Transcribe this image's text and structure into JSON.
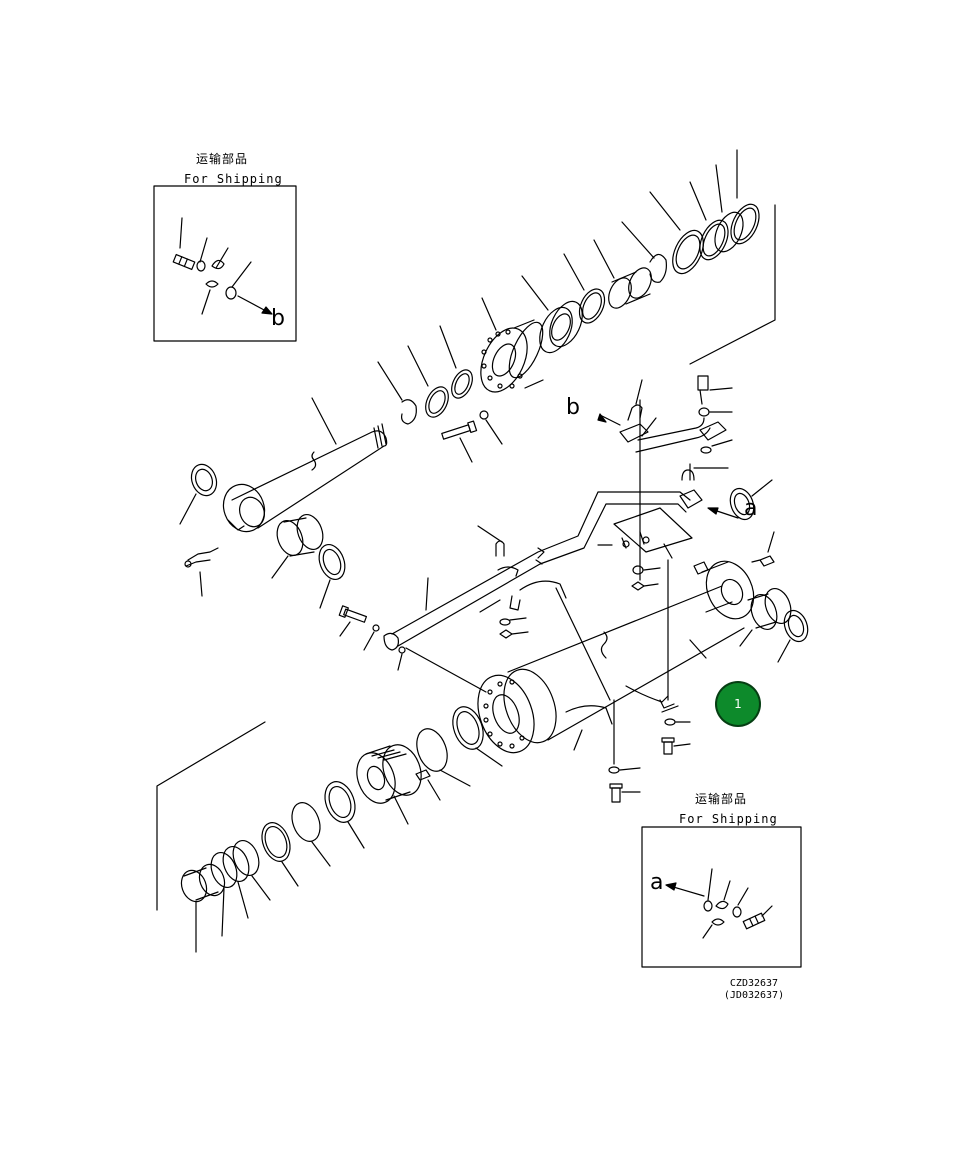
{
  "inset_top": {
    "title_cn": "运输部品",
    "title_en": "For Shipping",
    "ref_letter": "b"
  },
  "inset_bottom": {
    "title_cn": "运输部品",
    "title_en": "For Shipping",
    "ref_letter": "a"
  },
  "diagram_refs": {
    "ref_b": "b",
    "ref_a": "a"
  },
  "callout": {
    "number": "1",
    "color": "#0d8a2b"
  },
  "drawing_code": {
    "line1": "CZD32637",
    "line2": "(JD032637)"
  }
}
